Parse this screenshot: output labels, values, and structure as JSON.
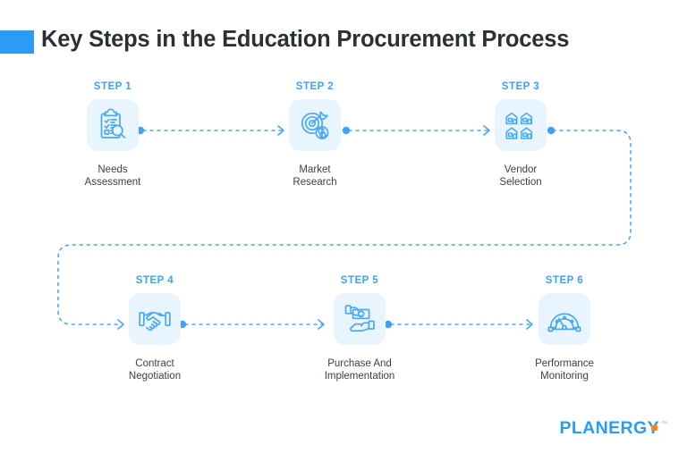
{
  "header": {
    "title": "Key Steps in the Education Procurement Process",
    "accent_color": "#2b9bf4"
  },
  "colors": {
    "accent": "#2b9bf4",
    "step_label": "#3fa2f7",
    "icon_line": "#4aa8f5",
    "icon_tile_bg": "#e8f4fe",
    "connector": "#4aa8f5",
    "caption": "#3b4049",
    "logo_blue": "#2b9bf4",
    "logo_orange": "#f5871f"
  },
  "steps": [
    {
      "label": "STEP 1",
      "caption": "Needs\nAssessment",
      "icon": "clipboard-checklist-magnifier-icon"
    },
    {
      "label": "STEP 2",
      "caption": "Market\nResearch",
      "icon": "target-arrow-dollar-icon"
    },
    {
      "label": "STEP 3",
      "caption": "Vendor\nSelection",
      "icon": "vendor-buildings-grid-icon"
    },
    {
      "label": "STEP 4",
      "caption": "Contract\nNegotiation",
      "icon": "handshake-icon"
    },
    {
      "label": "STEP 5",
      "caption": "Purchase And\nImplementation",
      "icon": "hands-exchanging-money-icon"
    },
    {
      "label": "STEP 6",
      "caption": "Performance\nMonitoring",
      "icon": "speedometer-gauge-icon"
    }
  ],
  "logo": {
    "word": "PLANERGY",
    "tm": "™"
  }
}
